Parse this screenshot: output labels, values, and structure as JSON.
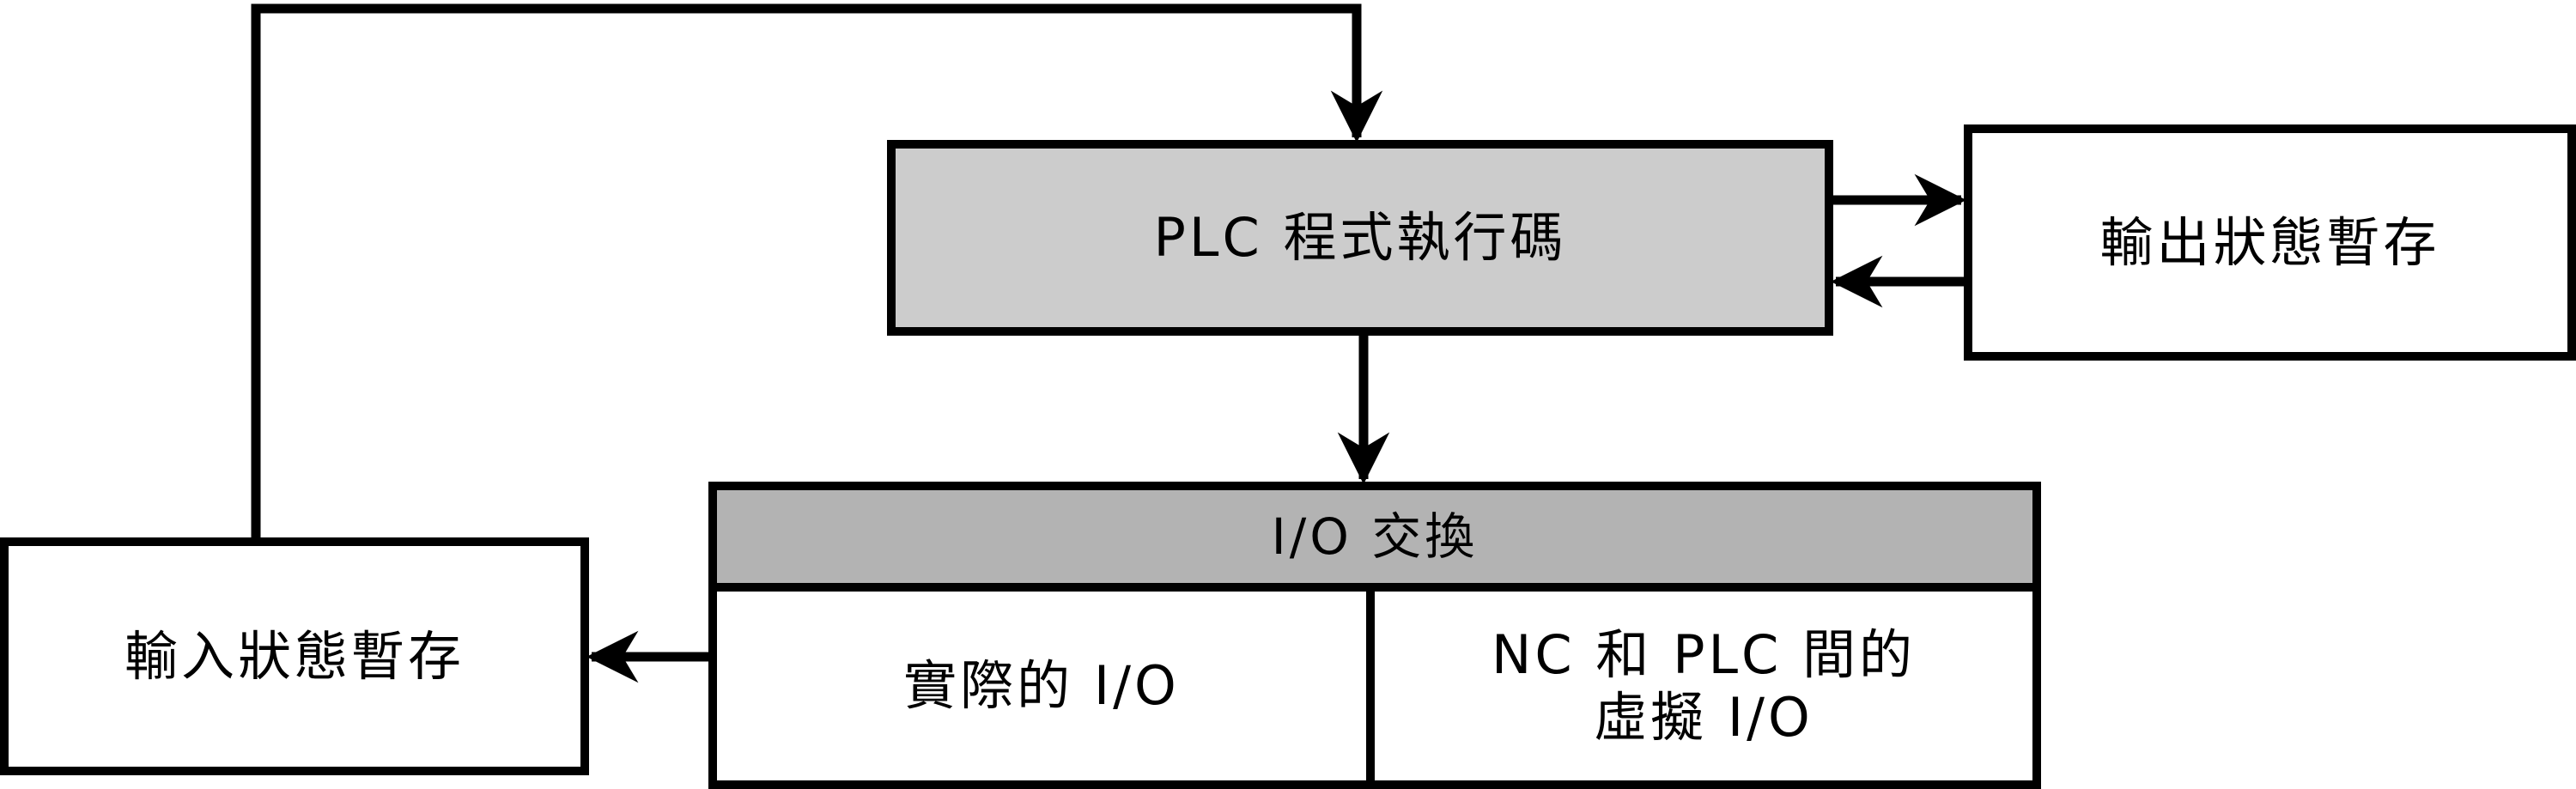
{
  "colors": {
    "plc_box_fill": "#cccccc",
    "io_header_fill": "#b3b3b3",
    "box_fill": "#ffffff",
    "stroke": "#000000"
  },
  "nodes": {
    "plc": "PLC 程式執行碼",
    "output_register": "輸出狀態暫存",
    "input_register": "輸入狀態暫存",
    "io_exchange": "I/O 交換",
    "real_io": "實際的 I/O",
    "virtual_io": "NC 和 PLC 間的\n虛擬 I/O"
  },
  "edges": [
    {
      "from": "input_register",
      "to": "plc"
    },
    {
      "from": "plc",
      "to": "output_register"
    },
    {
      "from": "output_register",
      "to": "plc"
    },
    {
      "from": "plc",
      "to": "io_exchange"
    },
    {
      "from": "io_exchange",
      "to": "input_register"
    }
  ]
}
